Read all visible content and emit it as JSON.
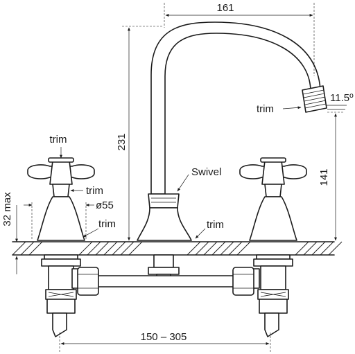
{
  "labels": {
    "width_spout": "161",
    "height_total": "231",
    "height_spout": "141",
    "deck_max": "32 max",
    "spacing": "150 – 305",
    "angle": "11.5º",
    "diameter": "ø55",
    "swivel": "Swivel",
    "trim_top": "trim",
    "trim_handle": "trim",
    "trim_body": "trim",
    "trim_spout": "trim",
    "trim_base": "trim"
  }
}
